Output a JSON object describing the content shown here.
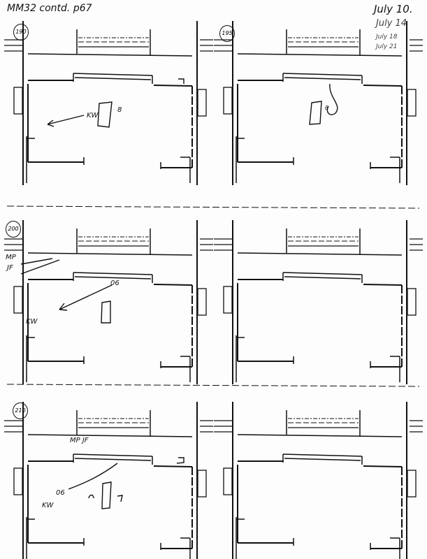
{
  "header": {
    "title": "MM32 contd. p67",
    "dates": [
      "July 10.",
      "July 14",
      "July 18",
      "July 21"
    ]
  },
  "panels": [
    {
      "id": "190",
      "notes": [
        "KW",
        "8"
      ]
    },
    {
      "id": "195",
      "notes": [
        "8"
      ]
    },
    {
      "id": "200",
      "notes": [
        "MP",
        "JF",
        "06",
        "KW"
      ]
    },
    {
      "id": "",
      "notes": []
    },
    {
      "id": "210",
      "notes": [
        "MP JF",
        "06",
        "KW"
      ]
    },
    {
      "id": "",
      "notes": []
    }
  ]
}
